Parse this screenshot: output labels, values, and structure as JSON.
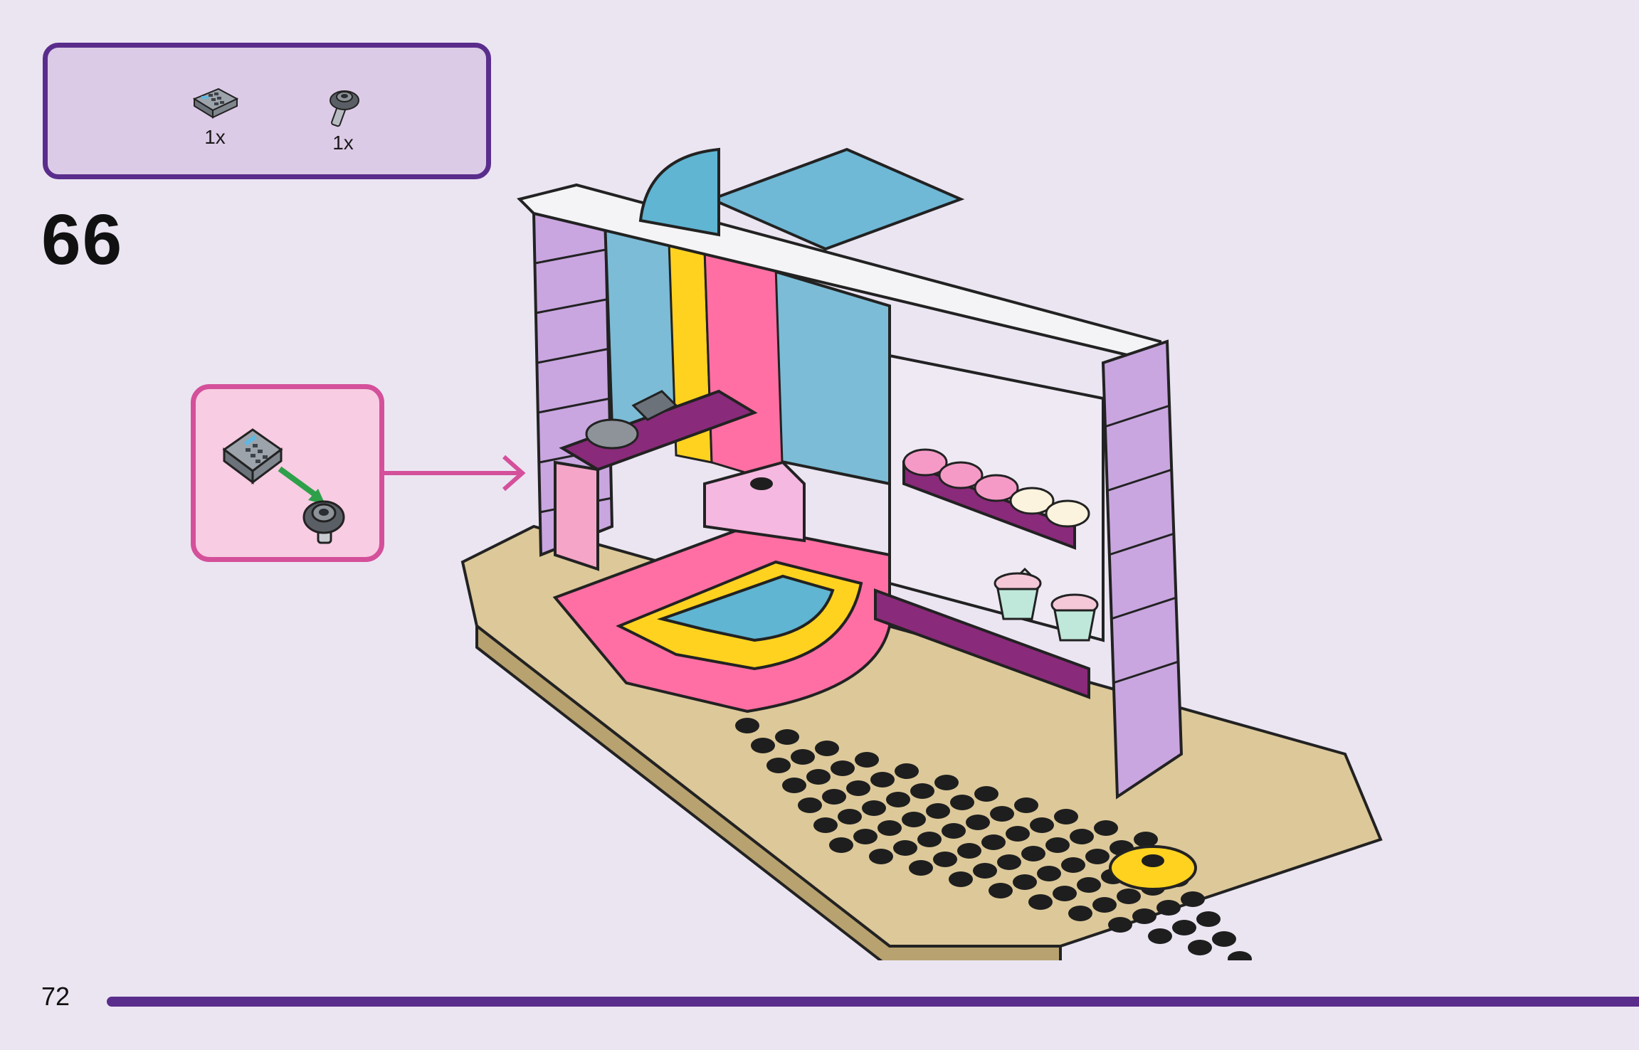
{
  "parts_list": {
    "items": [
      {
        "icon": "register-keypad-tile-icon",
        "quantity": "1x"
      },
      {
        "icon": "round-clip-plate-icon",
        "quantity": "1x"
      }
    ]
  },
  "step": {
    "number": "66"
  },
  "sub_assembly": {
    "icon": "keypad-attach-assembly-icon"
  },
  "footer": {
    "page_number": "72"
  },
  "colors": {
    "background": "#ebe5f2",
    "accent": "#5a2d8c",
    "callout_border": "#d4509a",
    "callout_fill": "#f8cce2",
    "parts_fill": "#dccbe6"
  }
}
